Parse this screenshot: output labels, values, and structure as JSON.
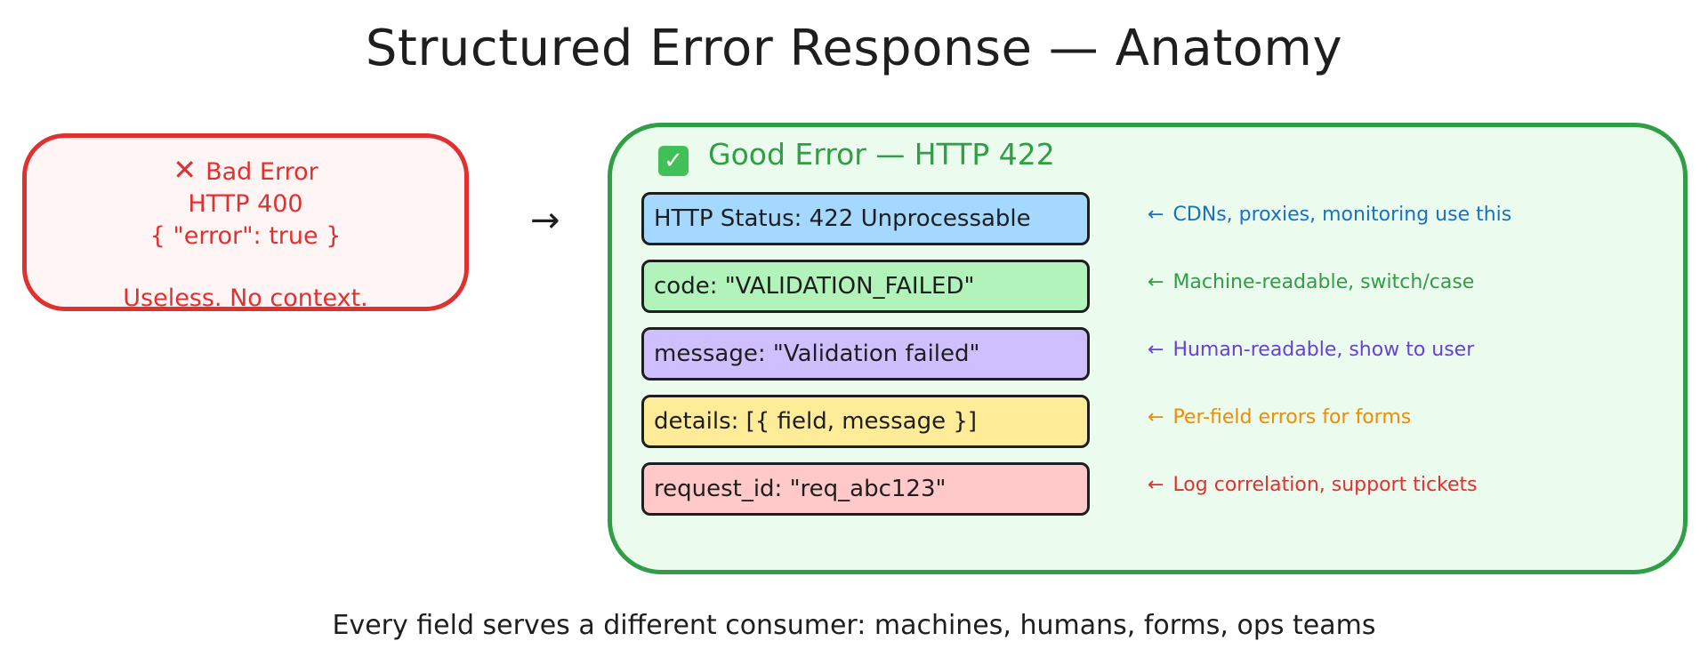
{
  "title": "Structured Error Response — Anatomy",
  "bad_error": {
    "heading": "Bad Error",
    "status": "HTTP 400",
    "body": "{ \"error\": true }",
    "verdict": "Useless. No context.",
    "icon": "x-icon"
  },
  "arrow": "→",
  "good_error": {
    "heading": "Good Error — HTTP 422",
    "icon": "check-icon",
    "fields": [
      {
        "label": "HTTP Status: 422 Unprocessable",
        "note": "CDNs, proxies, monitoring use this",
        "fill": "#a5d8ff",
        "note_color": "#1971c2"
      },
      {
        "label": "code: \"VALIDATION_FAILED\"",
        "note": "Machine-readable, switch/case",
        "fill": "#b2f2bb",
        "note_color": "#2f9e44"
      },
      {
        "label": "message: \"Validation failed\"",
        "note": "Human-readable, show to user",
        "fill": "#d0bfff",
        "note_color": "#6741d9"
      },
      {
        "label": "details: [{ field, message }]",
        "note": "Per-field errors for forms",
        "fill": "#ffec99",
        "note_color": "#f08c00"
      },
      {
        "label": "request_id: \"req_abc123\"",
        "note": "Log correlation, support tickets",
        "fill": "#ffc9c9",
        "note_color": "#e03131"
      }
    ]
  },
  "note_arrow": "←",
  "footer": "Every field serves a different consumer: machines, humans, forms, ops teams",
  "colors": {
    "bad_border": "#e03131",
    "bad_fill": "#fff5f5",
    "good_border": "#2f9e44",
    "good_fill": "#ebfbee"
  }
}
